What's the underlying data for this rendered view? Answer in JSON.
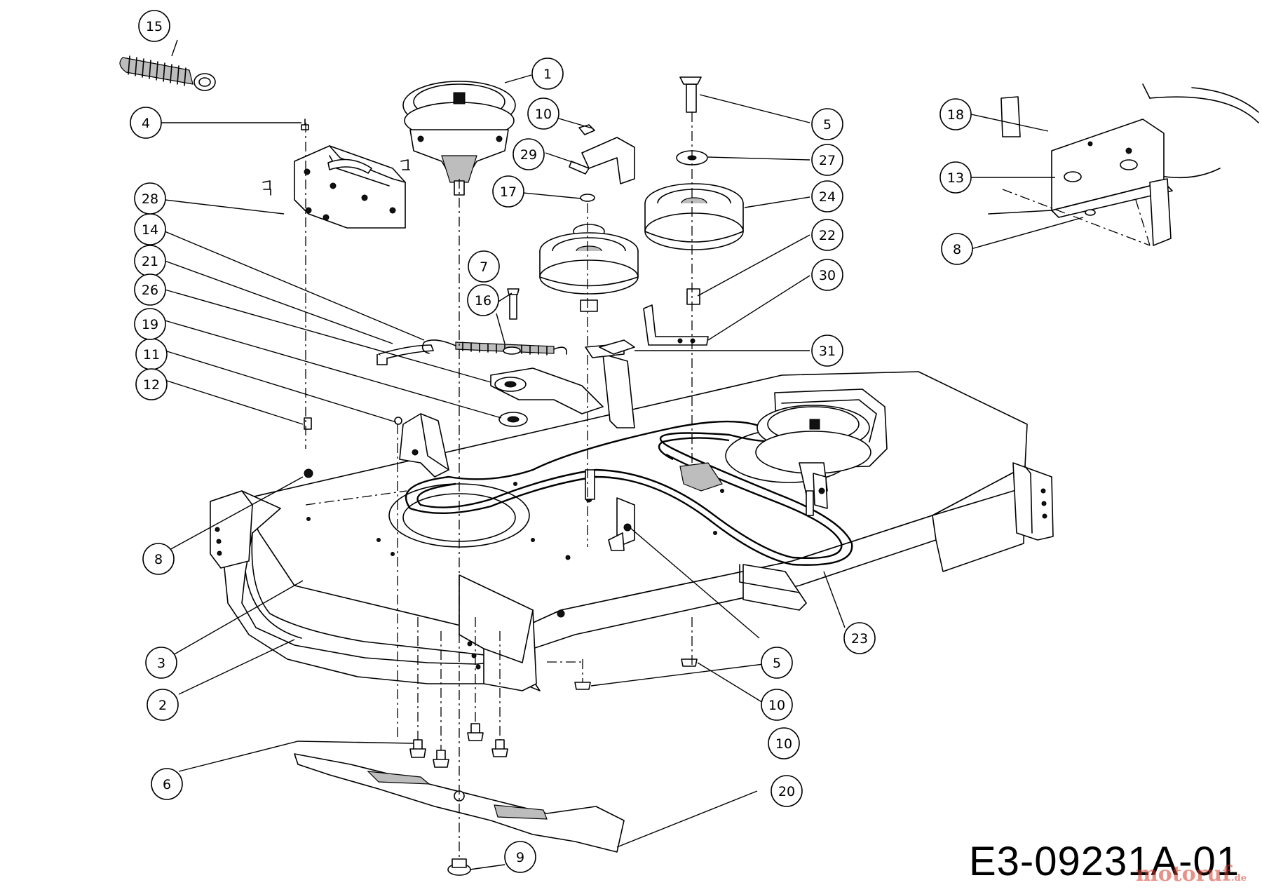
{
  "drawing_code": "E3-09231A-01",
  "watermark": {
    "name": "motoruf",
    "tld": ".de",
    "color": "#d23a2a"
  },
  "callout_labels": [
    "1",
    "2",
    "3",
    "4",
    "5",
    "5",
    "6",
    "7",
    "8",
    "8",
    "9",
    "10",
    "10",
    "10",
    "10",
    "11",
    "12",
    "13",
    "14",
    "15",
    "16",
    "17",
    "18",
    "19",
    "20",
    "21",
    "22",
    "23",
    "24",
    "26",
    "27",
    "28",
    "29",
    "30",
    "31"
  ]
}
